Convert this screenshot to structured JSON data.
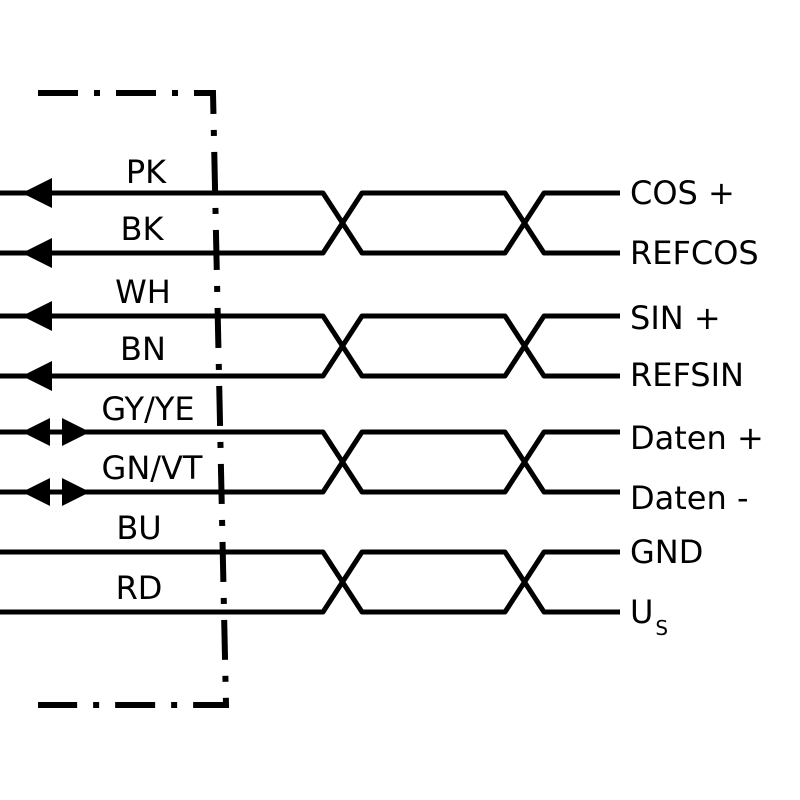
{
  "wires": [
    {
      "color_code": "PK"
    },
    {
      "color_code": "BK"
    },
    {
      "color_code": "WH"
    },
    {
      "color_code": "BN"
    },
    {
      "color_code": "GY/YE"
    },
    {
      "color_code": "GN/VT"
    },
    {
      "color_code": "BU"
    },
    {
      "color_code": "RD"
    }
  ],
  "signals": [
    {
      "label": "COS +"
    },
    {
      "label": "REFCOS"
    },
    {
      "label": "SIN +"
    },
    {
      "label": "REFSIN"
    },
    {
      "label": "Daten +"
    },
    {
      "label": "Daten -"
    },
    {
      "label": "GND"
    },
    {
      "label": "U",
      "subscript": "S"
    }
  ],
  "colors": {
    "line": "#000000",
    "background": "#ffffff"
  }
}
